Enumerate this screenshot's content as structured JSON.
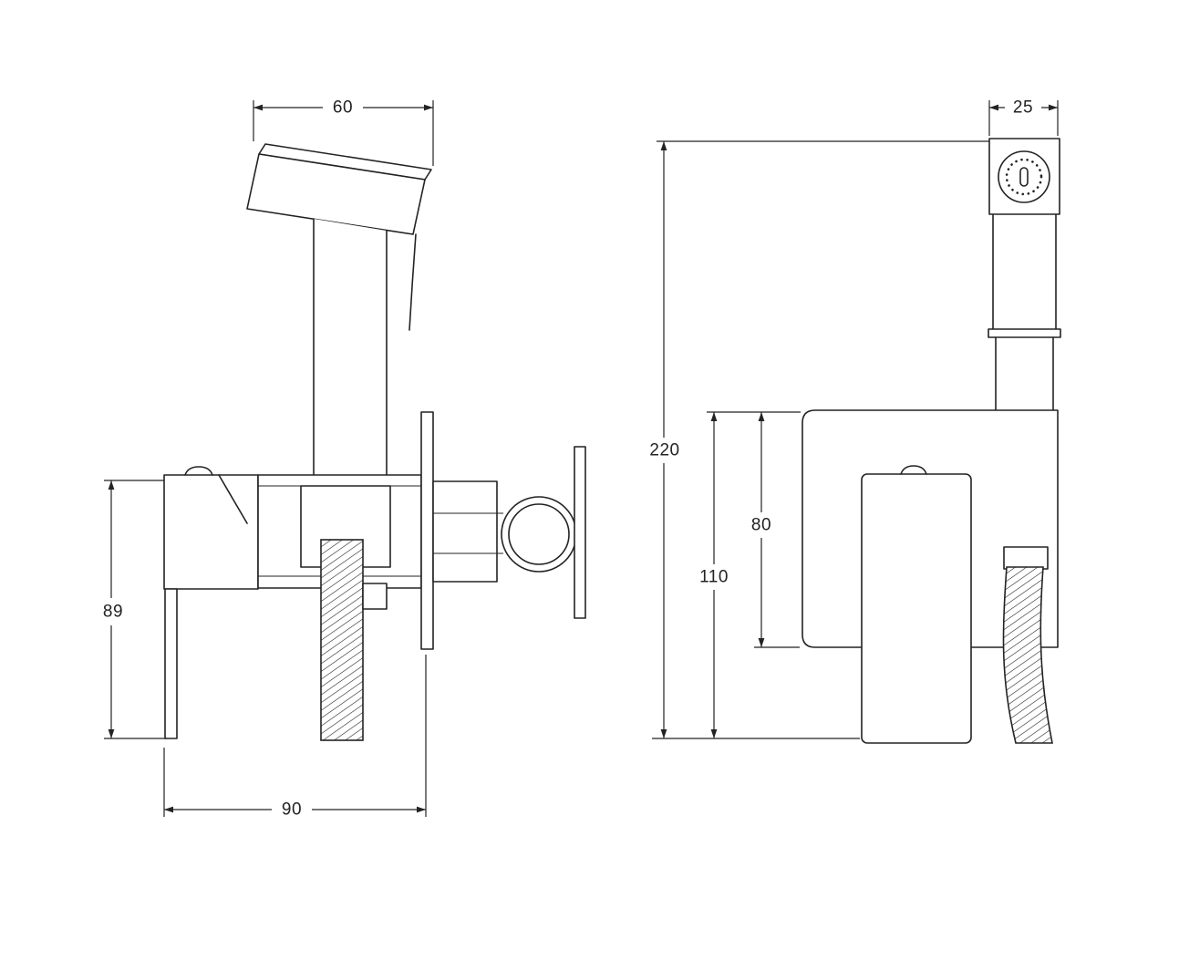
{
  "drawing": {
    "colors": {
      "line": "#232323",
      "background": "#ffffff"
    },
    "dims": {
      "head_width": "60",
      "head_depth": "25",
      "total_height": "220",
      "mount_height": "110",
      "body_height": "80",
      "front_height": "89",
      "front_width": "90"
    }
  }
}
